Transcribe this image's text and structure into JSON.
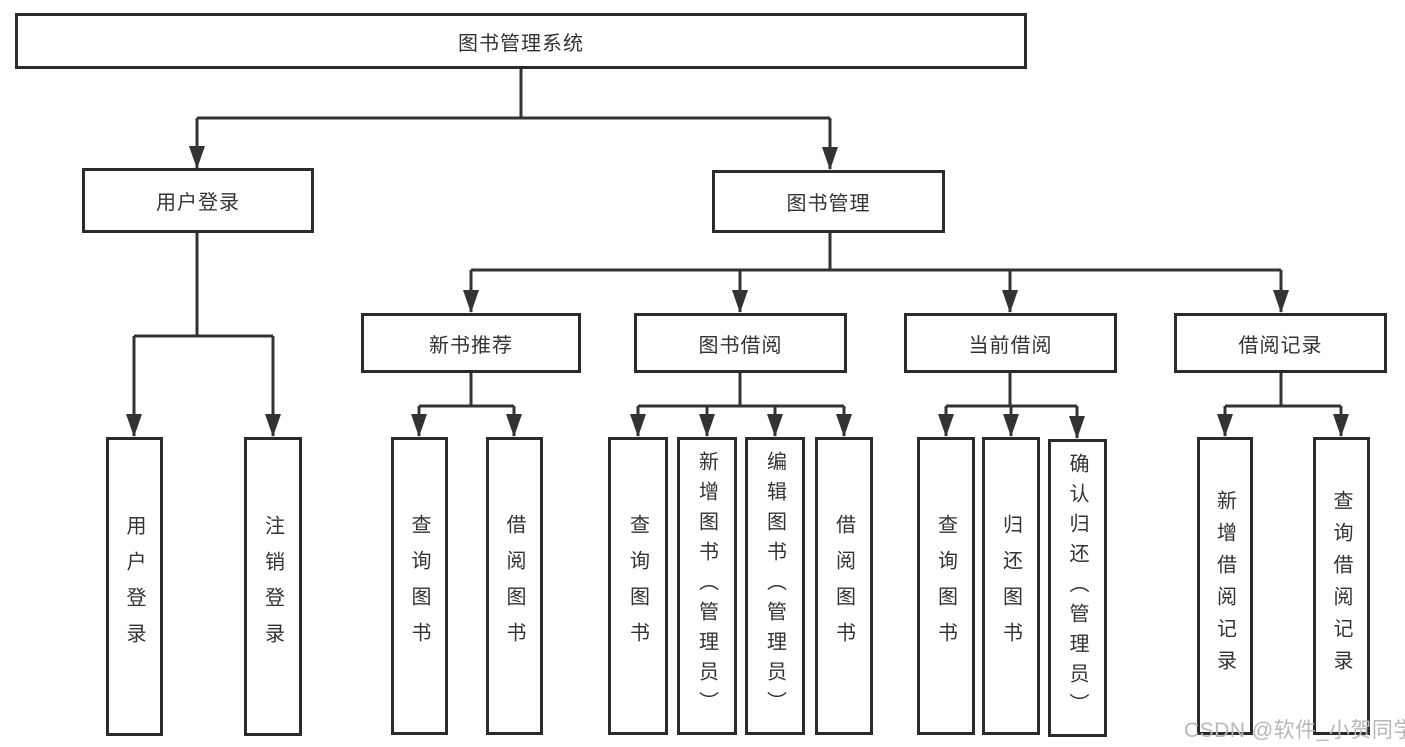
{
  "diagram_type": "hierarchy-tree",
  "tree": {
    "root": {
      "label": "图书管理系统",
      "children": [
        {
          "label": "用户登录",
          "children": [
            {
              "label": "用户登录"
            },
            {
              "label": "注销登录"
            }
          ]
        },
        {
          "label": "图书管理",
          "children": [
            {
              "label": "新书推荐",
              "children": [
                {
                  "label": "查询图书"
                },
                {
                  "label": "借阅图书"
                }
              ]
            },
            {
              "label": "图书借阅",
              "children": [
                {
                  "label": "查询图书"
                },
                {
                  "label": "新增图书（管理员）"
                },
                {
                  "label": "编辑图书（管理员）"
                },
                {
                  "label": "借阅图书"
                }
              ]
            },
            {
              "label": "当前借阅",
              "children": [
                {
                  "label": "查询图书"
                },
                {
                  "label": "归还图书"
                },
                {
                  "label": "确认归还（管理员）"
                }
              ]
            },
            {
              "label": "借阅记录",
              "children": [
                {
                  "label": "新增借阅记录"
                },
                {
                  "label": "查询借阅记录"
                }
              ]
            }
          ]
        }
      ]
    }
  },
  "watermark": {
    "text": "CSDN @软件_小贺同学"
  },
  "colors": {
    "background": "#ffffff",
    "line": "#333333",
    "box_border": "#2b2b2b",
    "box_fill": "#ffffff",
    "text": "#333333",
    "watermark": "#b7b7bc"
  }
}
